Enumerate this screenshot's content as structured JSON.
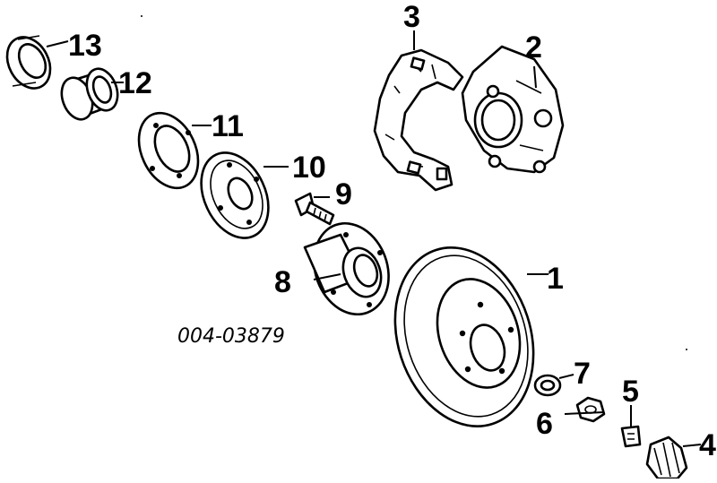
{
  "diagram": {
    "code": "004-03879",
    "callouts": [
      "1",
      "2",
      "3",
      "4",
      "5",
      "6",
      "7",
      "8",
      "9",
      "10",
      "11",
      "12",
      "13"
    ]
  }
}
